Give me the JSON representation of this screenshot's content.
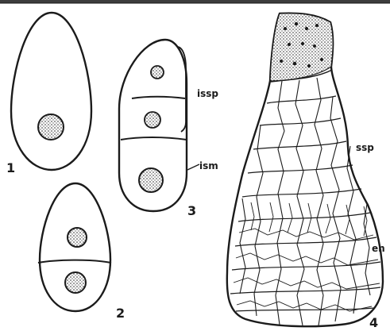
{
  "figure": {
    "panel_numbers": [
      "1",
      "2",
      "3",
      "4"
    ],
    "labels": {
      "issp": "issp",
      "ism": "ism",
      "ssp": "ssp",
      "en": "en"
    }
  },
  "colors": {
    "ink": "#1b1b1b",
    "paper": "#ffffff"
  },
  "icons": {
    "nucleus": "stippled-nucleus-icon"
  }
}
